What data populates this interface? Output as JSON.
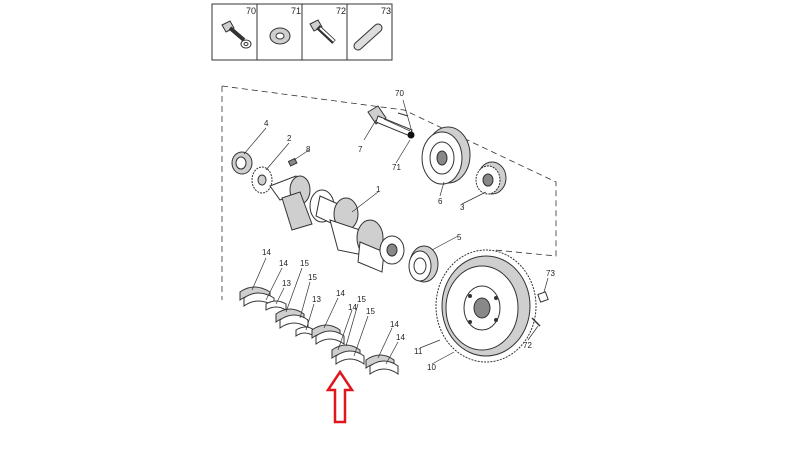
{
  "legend": {
    "items": [
      {
        "number": "70",
        "icon": "bolt-washer-icon"
      },
      {
        "number": "71",
        "icon": "washer-icon"
      },
      {
        "number": "72",
        "icon": "bolt-icon"
      },
      {
        "number": "73",
        "icon": "dowel-pin-icon"
      }
    ]
  },
  "callouts": {
    "c70": "70",
    "c71": "71",
    "c7": "7",
    "c4": "4",
    "c2": "2",
    "c8": "8",
    "c6": "6",
    "c3": "3",
    "c1": "1",
    "c5": "5",
    "c73": "73",
    "c72": "72",
    "c11": "11",
    "c10": "10",
    "b14a": "14",
    "b14b": "14",
    "b15a": "15",
    "b13a": "13",
    "b15b": "15",
    "b13b": "13",
    "b14c": "14",
    "b15c": "15",
    "b14d": "14",
    "b15d": "15",
    "b14e": "14",
    "b14f": "14"
  },
  "colors": {
    "arrow": "#e0161c",
    "line": "#333333",
    "shade": "#cfcfcf"
  }
}
